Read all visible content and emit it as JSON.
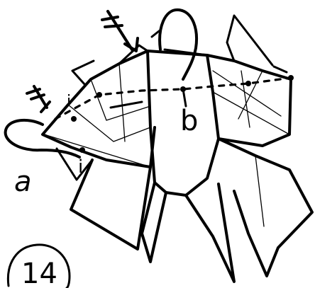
{
  "diagram": {
    "step_number": "14",
    "labels": {
      "a": "a",
      "b": "b",
      "i_left": "i",
      "i_right": "i"
    },
    "colors": {
      "ink": "#000000",
      "background": "#ffffff"
    },
    "icons": [
      "arrow-down-left-icon",
      "arrow-down-right-icon",
      "loop-left-icon",
      "loop-top-icon"
    ]
  }
}
